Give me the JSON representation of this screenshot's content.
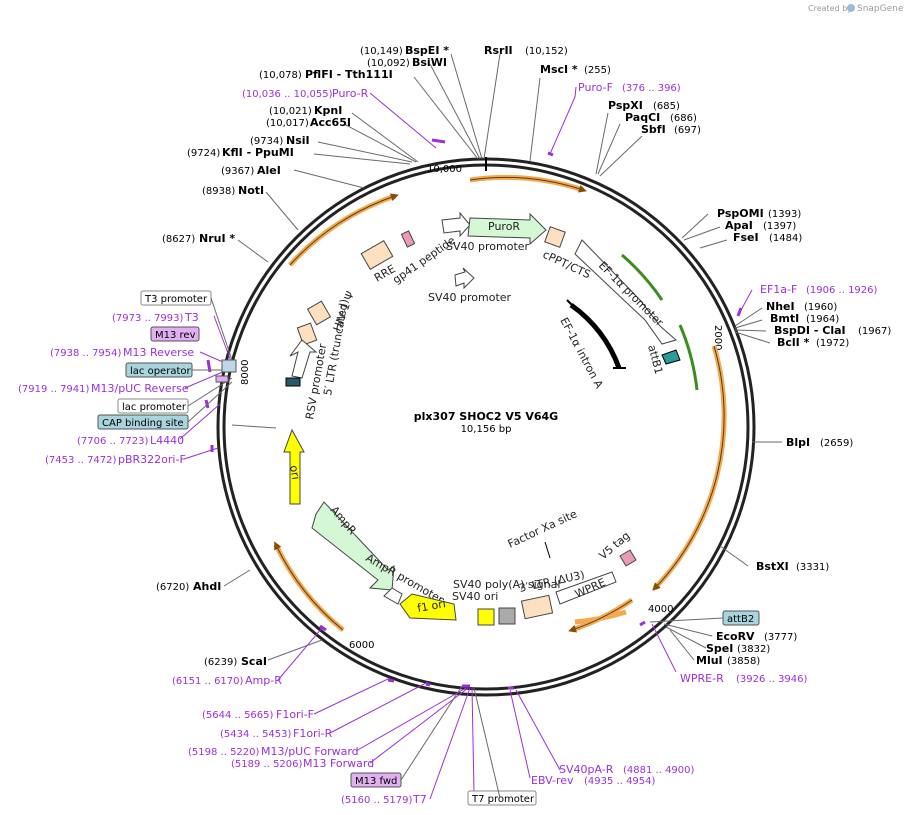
{
  "header": {
    "credit_prefix": "Created by",
    "brand": "SnapGene"
  },
  "plasmid": {
    "name": "plx307 SHOC2 V5 V64G",
    "length": "10,156 bp"
  },
  "ticks": [
    "10,000",
    "2000",
    "4000",
    "6000",
    "8000"
  ],
  "enzymes": [
    {
      "pos": "(10,149)",
      "name": "BspEI *"
    },
    {
      "pos": "",
      "name": "RsrII"
    },
    {
      "pos": "(10,152)",
      "name": ""
    },
    {
      "pos": "(10,092)",
      "name": "BsiWI"
    },
    {
      "pos": "(10,078)",
      "name": "PflFI - Tth111I"
    },
    {
      "pos": "(255)",
      "name": "MscI *"
    },
    {
      "pos": "(10,021)",
      "name": "KpnI"
    },
    {
      "pos": "(10,017)",
      "name": "Acc65I"
    },
    {
      "pos": "(685)",
      "name": "PspXI"
    },
    {
      "pos": "(686)",
      "name": "PaqCI"
    },
    {
      "pos": "(697)",
      "name": "SbfI"
    },
    {
      "pos": "(9734)",
      "name": "NsiI"
    },
    {
      "pos": "(9724)",
      "name": "KflI - PpuMI"
    },
    {
      "pos": "(9367)",
      "name": "AleI"
    },
    {
      "pos": "(8938)",
      "name": "NotI"
    },
    {
      "pos": "(1393)",
      "name": "PspOMI"
    },
    {
      "pos": "(1397)",
      "name": "ApaI"
    },
    {
      "pos": "(1484)",
      "name": "FseI"
    },
    {
      "pos": "(8627)",
      "name": "NruI *"
    },
    {
      "pos": "(1960)",
      "name": "NheI"
    },
    {
      "pos": "(1964)",
      "name": "BmtI"
    },
    {
      "pos": "(1967)",
      "name": "BspDI - ClaI"
    },
    {
      "pos": "(1972)",
      "name": "BclI *"
    },
    {
      "pos": "(2659)",
      "name": "BlpI"
    },
    {
      "pos": "(3331)",
      "name": "BstXI"
    },
    {
      "pos": "(6720)",
      "name": "AhdI"
    },
    {
      "pos": "(3777)",
      "name": "EcoRV"
    },
    {
      "pos": "(3832)",
      "name": "SpeI"
    },
    {
      "pos": "(3858)",
      "name": "MluI"
    },
    {
      "pos": "(6239)",
      "name": "ScaI"
    }
  ],
  "primers": [
    {
      "range": "(10,036 .. 10,055)",
      "name": "Puro-R"
    },
    {
      "range": "(376 .. 396)",
      "name": "Puro-F"
    },
    {
      "range": "(1906 .. 1926)",
      "name": "EF1a-F"
    },
    {
      "range": "(7973 .. 7993)",
      "name": "T3"
    },
    {
      "range": "(7938 .. 7954)",
      "name": "M13 Reverse"
    },
    {
      "range": "(7919 .. 7941)",
      "name": "M13/pUC Reverse"
    },
    {
      "range": "(7706 .. 7723)",
      "name": "L4440"
    },
    {
      "range": "(7453 .. 7472)",
      "name": "pBR322ori-F"
    },
    {
      "range": "(3926 .. 3946)",
      "name": "WPRE-R"
    },
    {
      "range": "(6151 .. 6170)",
      "name": "Amp-R"
    },
    {
      "range": "(5644 .. 5665)",
      "name": "F1ori-F"
    },
    {
      "range": "(5434 .. 5453)",
      "name": "F1ori-R"
    },
    {
      "range": "(5198 .. 5220)",
      "name": "M13/pUC Forward"
    },
    {
      "range": "(5189 .. 5206)",
      "name": "M13 Forward"
    },
    {
      "range": "(5160 .. 5179)",
      "name": "T7"
    },
    {
      "range": "(4881 .. 4900)",
      "name": "SV40pA-R"
    },
    {
      "range": "(4935 .. 4954)",
      "name": "EBV-rev"
    }
  ],
  "boxed": [
    "T3 promoter",
    "M13 rev",
    "lac operator",
    "lac promoter",
    "CAP binding site",
    "attB2",
    "M13 fwd",
    "T7 promoter"
  ],
  "features": [
    "SV40 promoter",
    "PuroR",
    "RRE",
    "gp41 peptide",
    "cPPT/CTS",
    "EF-1α promoter",
    "SV40 promoter",
    "EF-1α intron A",
    "HIV-1 Ψ",
    "RSV promoter",
    "5′ LTR (truncated)",
    "attB1",
    "ori",
    "AmpR",
    "AmpR promoter",
    "f1 ori",
    "SV40 ori",
    "SV40 poly(A) signal",
    "3′ LTR (ΔU3)",
    "WPRE",
    "Factor Xa site",
    "V5 tag"
  ],
  "colors": {
    "purple": "#9b30d9",
    "arrow_green": "#d4f7d4",
    "ori_yellow": "#ffff00",
    "orf_orange": "#f4a950"
  }
}
